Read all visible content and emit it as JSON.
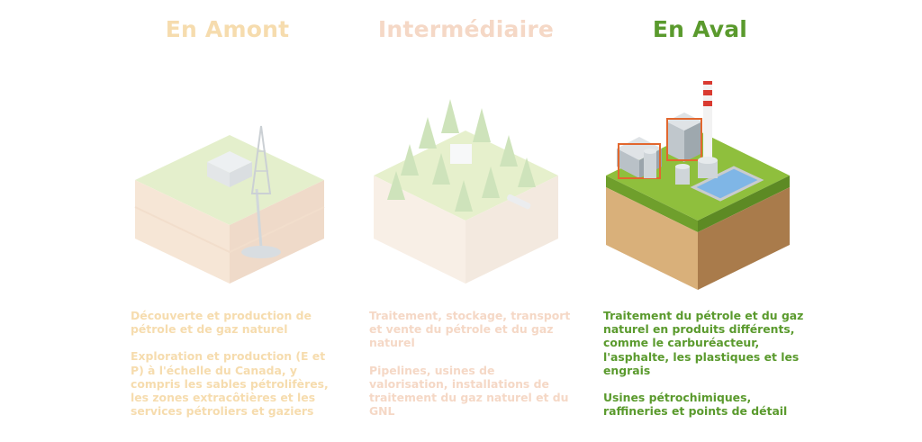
{
  "stages": [
    {
      "title": "En Amont",
      "paragraphs": [
        "Découverte et production de pétrole et de gaz naturel",
        "Exploration et production (E et P) à l'échelle du Canada, y compris les sables pétrolifères, les zones extracôtières et les services pétroliers et gaziers"
      ],
      "active": false
    },
    {
      "title": "Intermédiaire",
      "paragraphs": [
        "Traitement, stockage, transport et vente du pétrole et du gaz naturel",
        "Pipelines, usines de valorisation, installations de traitement du gaz naturel et du GNL"
      ],
      "active": false
    },
    {
      "title": "En Aval",
      "paragraphs": [
        "Traitement du pétrole et du gaz naturel en produits différents, comme le carburéacteur, l'asphalte, les plastiques et les engrais",
        "Usines pétrochimiques, raffineries et points de détail"
      ],
      "active": true
    }
  ],
  "colors": {
    "upstream_text": "#f6dcae",
    "midstream_text": "#f5d8c6",
    "downstream_text": "#5a9a2d",
    "grass_top": "#8fbf3d",
    "soil_left": "#d9b07a",
    "soil_right": "#a97b4b"
  },
  "icons": [
    "oil-derrick-icon",
    "forest-icon",
    "refinery-icon"
  ]
}
